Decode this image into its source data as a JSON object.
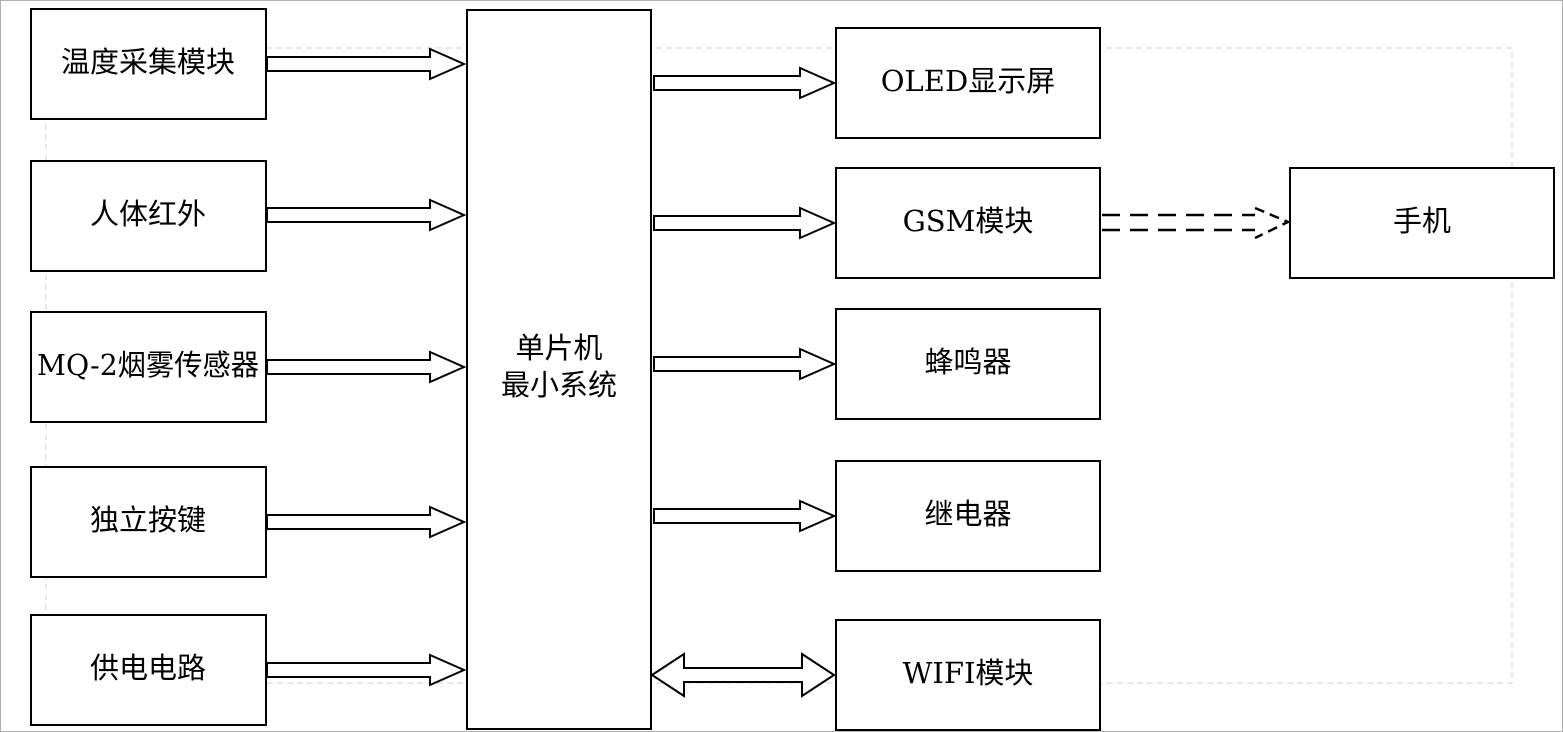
{
  "diagram": {
    "inputs": [
      {
        "id": "temp",
        "label": "温度采集模块"
      },
      {
        "id": "pir",
        "label": "人体红外"
      },
      {
        "id": "smoke",
        "label": "MQ-2烟雾传感器"
      },
      {
        "id": "keys",
        "label": "独立按键"
      },
      {
        "id": "power",
        "label": "供电电路"
      }
    ],
    "mcu": {
      "line1": "单片机",
      "line2": "最小系统"
    },
    "outputs": [
      {
        "id": "oled",
        "label": "OLED显示屏"
      },
      {
        "id": "gsm",
        "label": "GSM模块"
      },
      {
        "id": "buzzer",
        "label": "蜂鸣器"
      },
      {
        "id": "relay",
        "label": "继电器"
      },
      {
        "id": "wifi",
        "label": "WIFI模块"
      }
    ],
    "phone": {
      "label": "手机"
    }
  }
}
